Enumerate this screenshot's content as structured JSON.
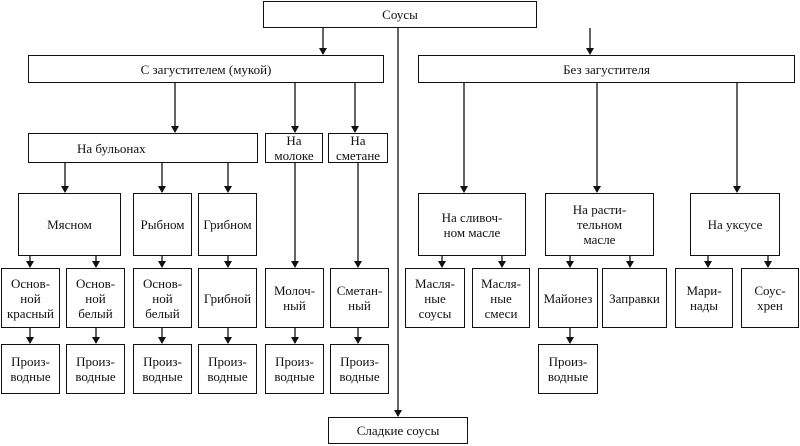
{
  "diagram": {
    "root": "Соусы",
    "with_thickener": "С загустителем (мукой)",
    "without_thickener": "Без загустителя",
    "on_broths": "На бульонах",
    "on_milk": "На\nмолоке",
    "on_sour_cream": "На\nсметане",
    "meat": "Мясном",
    "fish": "Рыбном",
    "mushroom": "Грибном",
    "base_red": "Основ-\nной\nкрасный",
    "base_white_meat": "Основ-\nной\nбелый",
    "base_white_fish": "Основ-\nной\nбелый",
    "mushroom_sauce": "Грибной",
    "milk_sauce": "Молоч-\nный",
    "sour_cream_sauce": "Сметан-\nный",
    "derivatives": "Произ-\nводные",
    "on_butter": "На сливоч-\nном масле",
    "on_vegetable_oil": "На расти-\nтельном\nмасле",
    "on_vinegar": "На уксусе",
    "butter_sauces": "Масля-\nные\nсоусы",
    "butter_mixes": "Масля-\nные\nсмеси",
    "mayonnaise": "Майонез",
    "dressings": "Заправки",
    "marinades": "Мари-\nнады",
    "sauce_horseradish": "Соус-\nхрен",
    "sweet_sauces": "Сладкие соусы"
  }
}
